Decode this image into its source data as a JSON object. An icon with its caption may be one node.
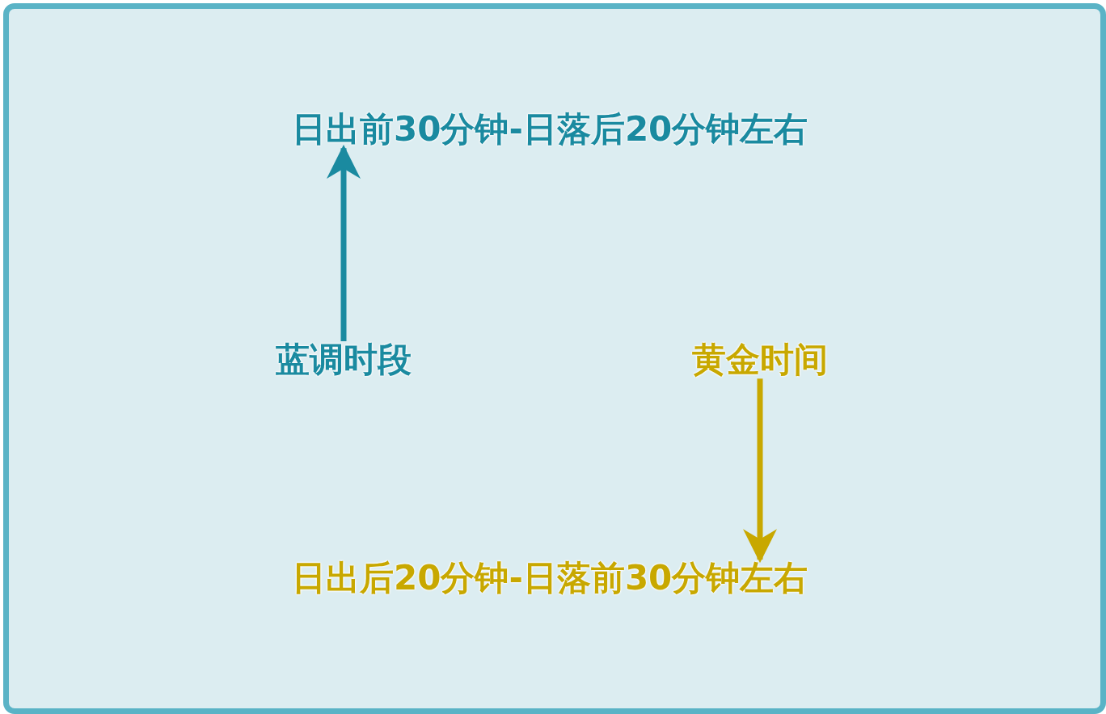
{
  "diagram": {
    "nodes": [
      {
        "text": [
          "日出前30分钟-日落后20分钟左右"
        ]
      },
      {
        "text": [
          "蓝调时段"
        ]
      },
      {
        "text": [
          "黄金时间"
        ]
      },
      {
        "text": [
          "日出后20分钟-日落前30分钟左右"
        ]
      }
    ],
    "edges": [
      {
        "from": 1,
        "to": 0,
        "arrow": "to",
        "color": "#1a8aa0"
      },
      {
        "from": 2,
        "to": 3,
        "arrow": "to",
        "color": "#c8a800"
      }
    ]
  }
}
